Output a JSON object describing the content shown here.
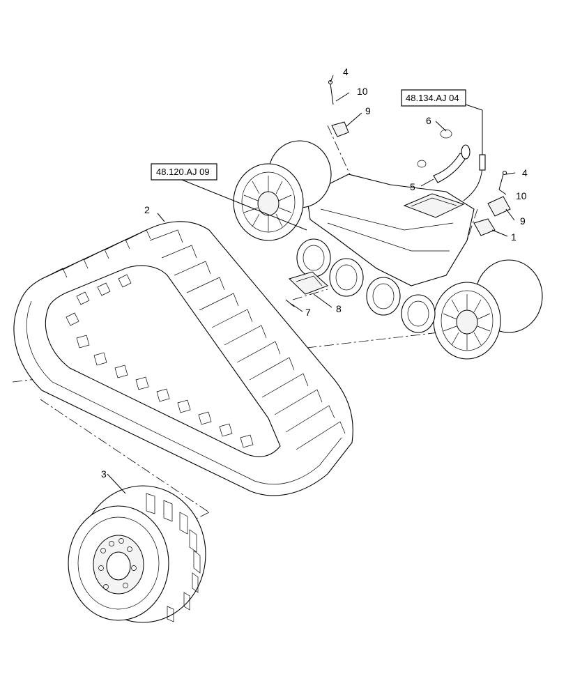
{
  "references": [
    {
      "id": "ref-48-120",
      "label": "48.120.AJ 09"
    },
    {
      "id": "ref-48-134",
      "label": "48.134.AJ 04"
    }
  ],
  "callouts": [
    {
      "id": "c1",
      "label": "1"
    },
    {
      "id": "c2",
      "label": "2"
    },
    {
      "id": "c3",
      "label": "3"
    },
    {
      "id": "c4a",
      "label": "4"
    },
    {
      "id": "c4b",
      "label": "4"
    },
    {
      "id": "c5",
      "label": "5"
    },
    {
      "id": "c6",
      "label": "6"
    },
    {
      "id": "c7",
      "label": "7"
    },
    {
      "id": "c8",
      "label": "8"
    },
    {
      "id": "c9a",
      "label": "9"
    },
    {
      "id": "c9b",
      "label": "9"
    },
    {
      "id": "c10a",
      "label": "10"
    },
    {
      "id": "c10b",
      "label": "10"
    }
  ]
}
